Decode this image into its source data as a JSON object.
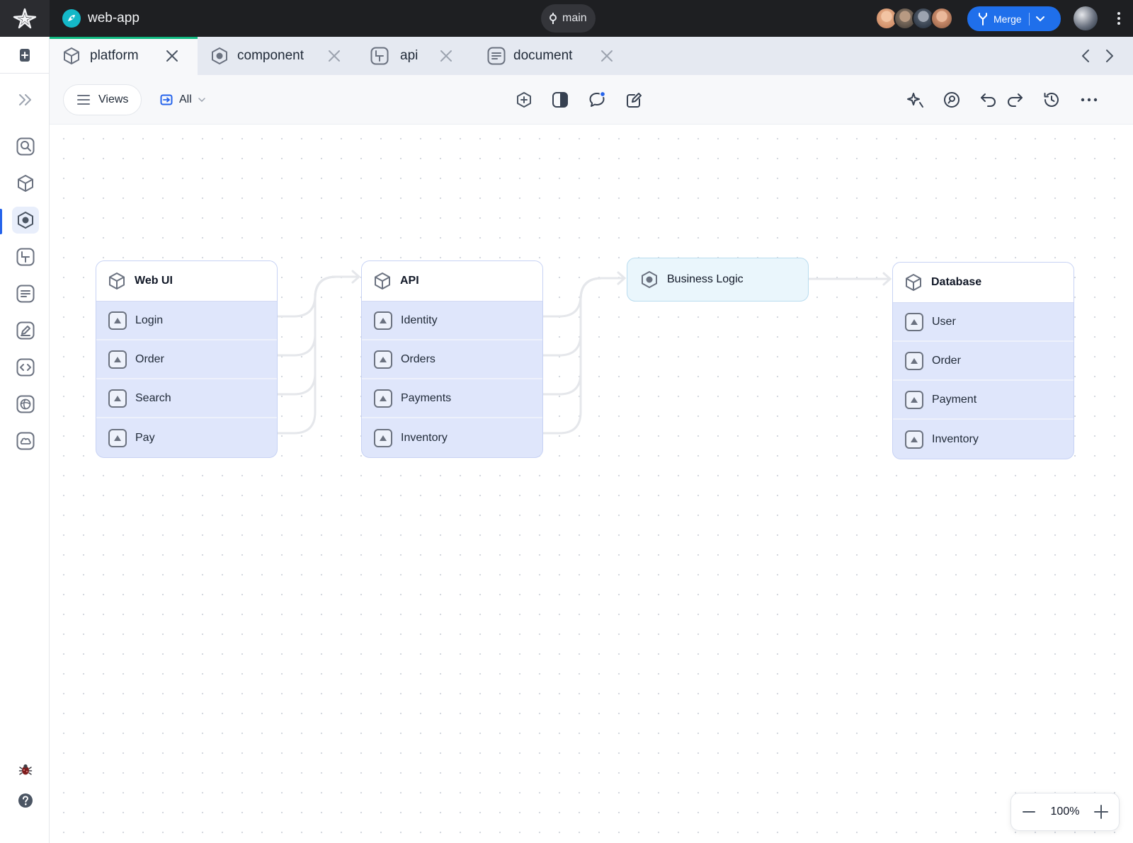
{
  "app": {
    "title": "web-app"
  },
  "branch": {
    "name": "main"
  },
  "merge": {
    "label": "Merge"
  },
  "collaborators": [
    {
      "color": "#e0a57f"
    },
    {
      "color": "#7a6a5c"
    },
    {
      "color": "#4b5563"
    },
    {
      "color": "#c98b6b"
    }
  ],
  "tabs": [
    {
      "label": "platform",
      "icon": "cube-icon",
      "active": true
    },
    {
      "label": "component",
      "icon": "hexagon-icon",
      "active": false
    },
    {
      "label": "api",
      "icon": "api-icon",
      "active": false
    },
    {
      "label": "document",
      "icon": "document-icon",
      "active": false
    }
  ],
  "toolbar": {
    "views_label": "Views",
    "filter_label": "All"
  },
  "sidebar": {
    "items": [
      {
        "name": "search-icon"
      },
      {
        "name": "cube-icon"
      },
      {
        "name": "hexagon-icon",
        "active": true
      },
      {
        "name": "api-icon"
      },
      {
        "name": "document-icon"
      },
      {
        "name": "edit-icon"
      },
      {
        "name": "code-icon"
      },
      {
        "name": "aperture-icon"
      },
      {
        "name": "cloud-icon"
      }
    ]
  },
  "diagram": {
    "nodes": [
      {
        "id": "web-ui",
        "title": "Web UI",
        "rows": [
          "Login",
          "Order",
          "Search",
          "Pay"
        ]
      },
      {
        "id": "api",
        "title": "API",
        "rows": [
          "Identity",
          "Orders",
          "Payments",
          "Inventory"
        ]
      },
      {
        "id": "business-logic",
        "title": "Business Logic",
        "rows": []
      },
      {
        "id": "database",
        "title": "Database",
        "rows": [
          "User",
          "Order",
          "Payment",
          "Inventory"
        ]
      }
    ],
    "edges": [
      {
        "from": "web-ui",
        "to": "api"
      },
      {
        "from": "api",
        "to": "business-logic"
      },
      {
        "from": "business-logic",
        "to": "database"
      }
    ]
  },
  "zoom": {
    "level": "100%"
  },
  "colors": {
    "accent": "#1f6feb",
    "active_tab": "#10b981",
    "node_fill": "#dfe6fb",
    "topbar": "#1e1f22"
  }
}
